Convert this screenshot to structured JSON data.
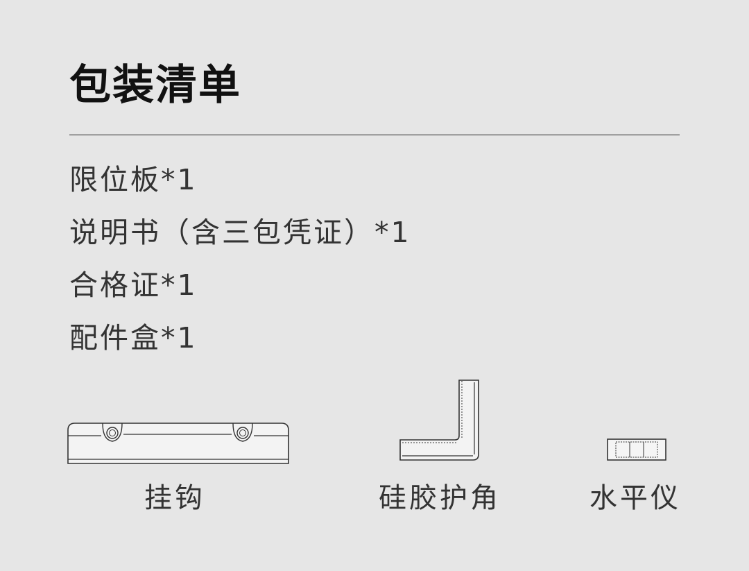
{
  "title": "包装清单",
  "items": [
    "限位板*1",
    "说明书（含三包凭证）*1",
    "合格证*1",
    "配件盒*1"
  ],
  "products": [
    {
      "label": "挂钩",
      "icon": "hook-bar-icon"
    },
    {
      "label": "硅胶护角",
      "icon": "silicone-corner-guard-icon"
    },
    {
      "label": "水平仪",
      "icon": "spirit-level-icon"
    }
  ]
}
